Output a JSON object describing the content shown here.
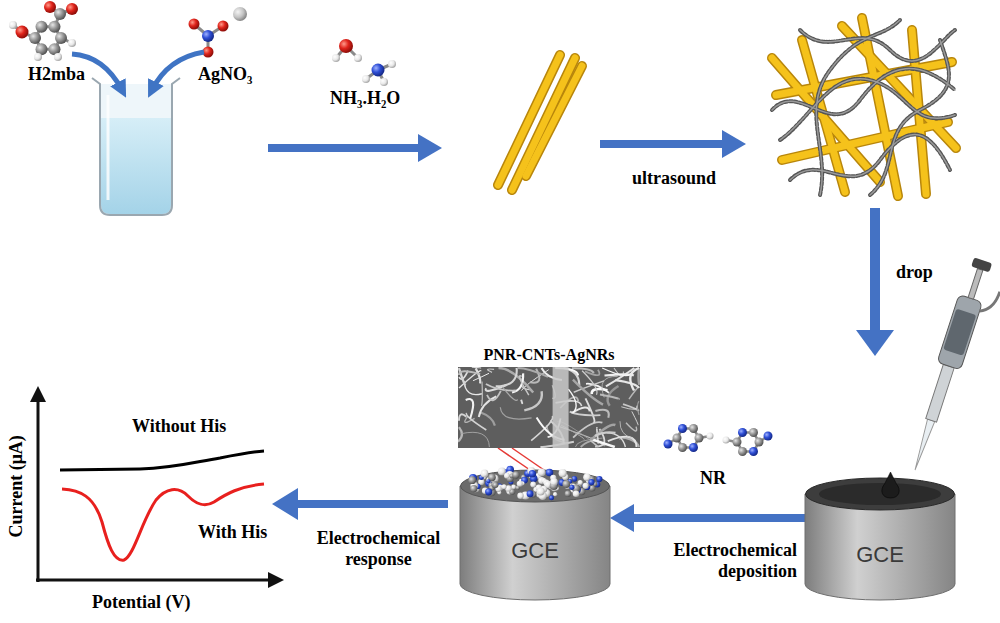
{
  "diagram": {
    "nodes": [
      {
        "text": [
          "PNR-CNTs-AgNRs"
        ]
      },
      {
        "text": [
          "GCE"
        ]
      },
      {
        "text": [
          "GCE"
        ]
      }
    ],
    "edges": [
      {
        "from": 2,
        "to": 1,
        "arrow": "to",
        "label": "Electrochemical deposition"
      },
      {
        "from": 0,
        "to": 1,
        "arrow": "none"
      },
      {
        "from": 0,
        "to": 1,
        "arrow": "none"
      }
    ],
    "labels": [
      "H2mba",
      "AgNO₃",
      "NH₃.H₂O",
      "ultrasound",
      "drop",
      "NR",
      "Electrochemical response",
      "Without His",
      "With His",
      "Current (μA)",
      "Potential (V)"
    ]
  }
}
